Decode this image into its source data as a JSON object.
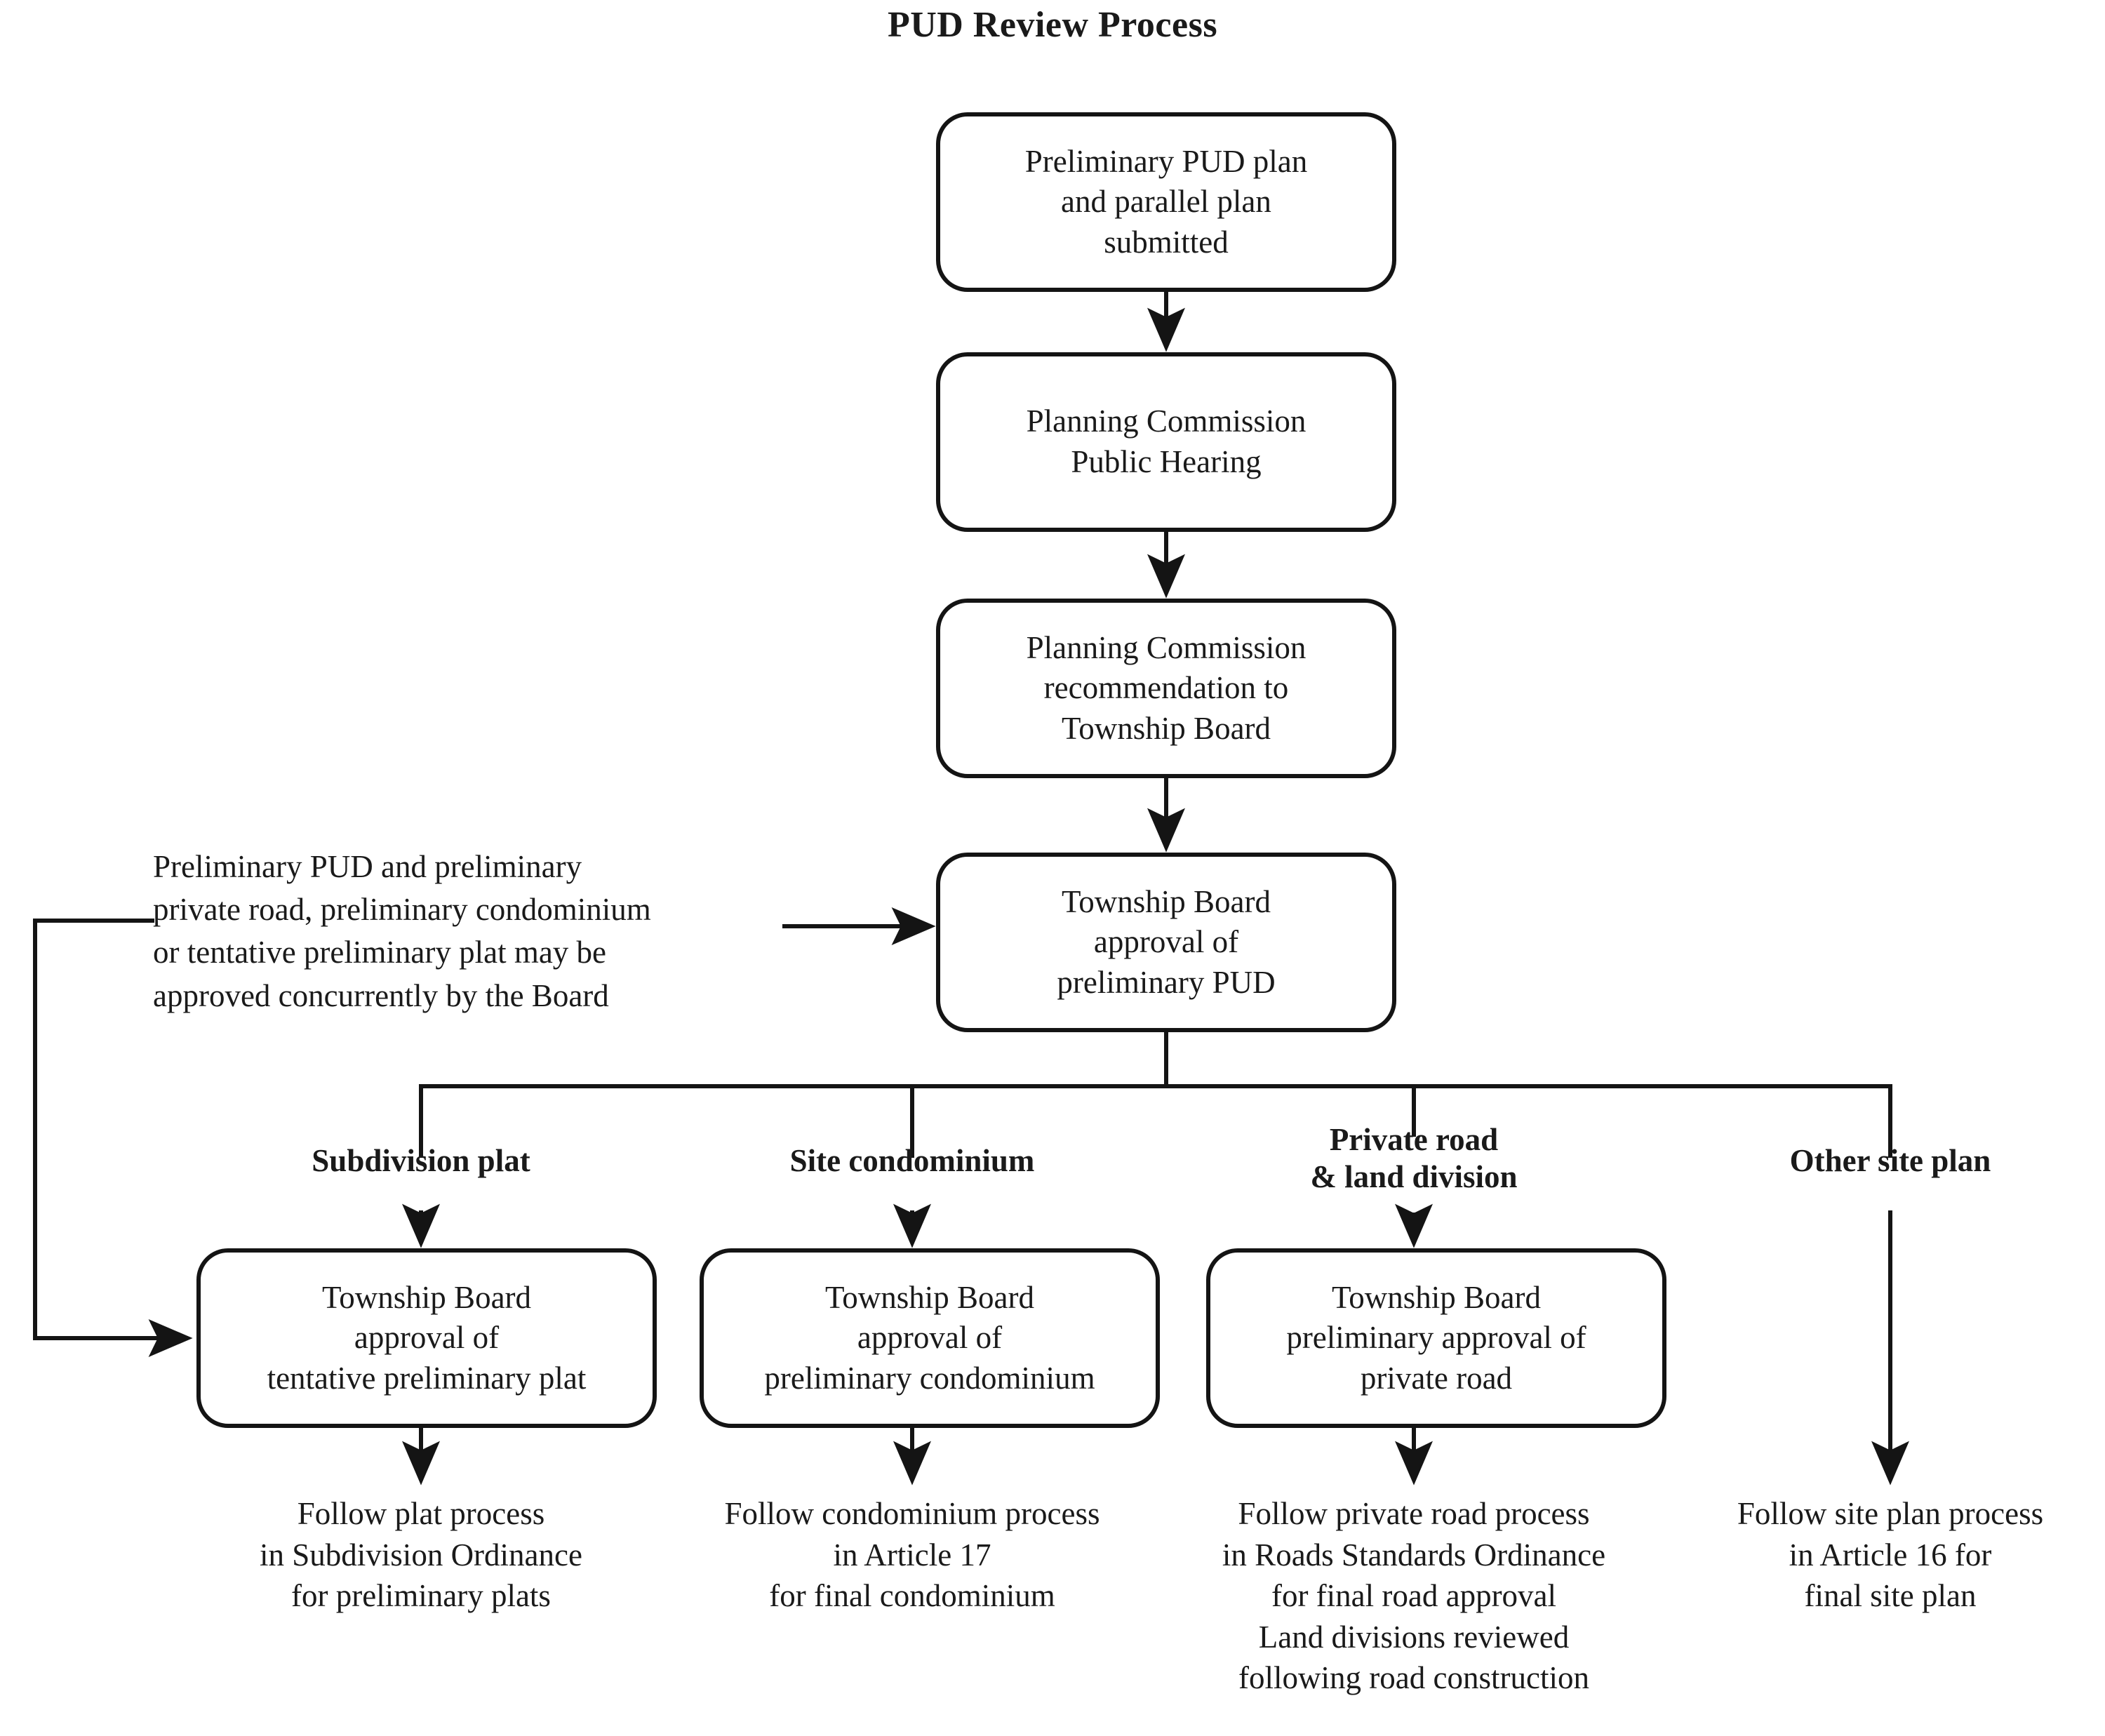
{
  "diagram": {
    "title": "PUD Review Process",
    "type": "flowchart",
    "orientation": "top-down-with-four-way-branch",
    "colors": {
      "stroke": "#141414",
      "box_fill": "#ffffff",
      "text": "#1a1a1a",
      "background": "#ffffff"
    },
    "nodes": {
      "step1": {
        "lines": [
          "Preliminary PUD plan",
          "and parallel plan",
          "submitted"
        ]
      },
      "step2": {
        "lines": [
          "Planning Commission",
          "Public Hearing"
        ]
      },
      "step3": {
        "lines": [
          "Planning Commission",
          "recommendation to",
          "Township Board"
        ]
      },
      "step4": {
        "lines": [
          "Township Board",
          "approval of",
          "preliminary PUD"
        ]
      },
      "plat_box": {
        "lines": [
          "Township Board",
          "approval of",
          "tentative preliminary plat"
        ]
      },
      "condo_box": {
        "lines": [
          "Township Board",
          "approval of",
          "preliminary condominium"
        ]
      },
      "road_box": {
        "lines": [
          "Township Board",
          "preliminary approval of",
          "private road"
        ]
      }
    },
    "note": {
      "lines": [
        "Preliminary PUD and preliminary",
        "private road, preliminary condominium",
        "or tentative preliminary plat may be",
        "approved concurrently by the Board"
      ]
    },
    "branch_labels": {
      "subdivision": {
        "lines": [
          "Subdivision plat"
        ]
      },
      "condominium": {
        "lines": [
          "Site condominium"
        ]
      },
      "private_road": {
        "lines": [
          "Private road",
          "& land division"
        ]
      },
      "other_site_plan": {
        "lines": [
          "Other site plan"
        ]
      }
    },
    "outcomes": {
      "plat": {
        "lines": [
          "Follow plat process",
          "in Subdivision Ordinance",
          "for preliminary plats"
        ]
      },
      "condo": {
        "lines": [
          "Follow condominium process",
          "in Article 17",
          "for final condominium"
        ]
      },
      "road": {
        "lines": [
          "Follow private road process",
          "in Roads Standards Ordinance",
          "for final road approval",
          "Land divisions reviewed",
          "following road construction"
        ]
      },
      "site_plan": {
        "lines": [
          "Follow site plan process",
          "in Article 16 for",
          "final site plan"
        ]
      }
    },
    "edges": [
      {
        "name": "step1-to-step2",
        "kind": "arrow-down"
      },
      {
        "name": "step2-to-step3",
        "kind": "arrow-down"
      },
      {
        "name": "step3-to-step4",
        "kind": "arrow-down"
      },
      {
        "name": "note-to-step4",
        "kind": "arrow-right"
      },
      {
        "name": "step4-to-distribution-bar",
        "kind": "line-down"
      },
      {
        "name": "bar-to-subdivision",
        "kind": "arrow-down"
      },
      {
        "name": "bar-to-condominium",
        "kind": "arrow-down"
      },
      {
        "name": "bar-to-private-road",
        "kind": "arrow-down"
      },
      {
        "name": "bar-to-other-site-plan",
        "kind": "arrow-down"
      },
      {
        "name": "plat-box-to-plat-outcome",
        "kind": "arrow-down"
      },
      {
        "name": "condo-box-to-condo-outcome",
        "kind": "arrow-down"
      },
      {
        "name": "road-box-to-road-outcome",
        "kind": "arrow-down"
      },
      {
        "name": "note-feedback-loop-to-plat-box",
        "kind": "arrow-right-elbow"
      }
    ]
  }
}
